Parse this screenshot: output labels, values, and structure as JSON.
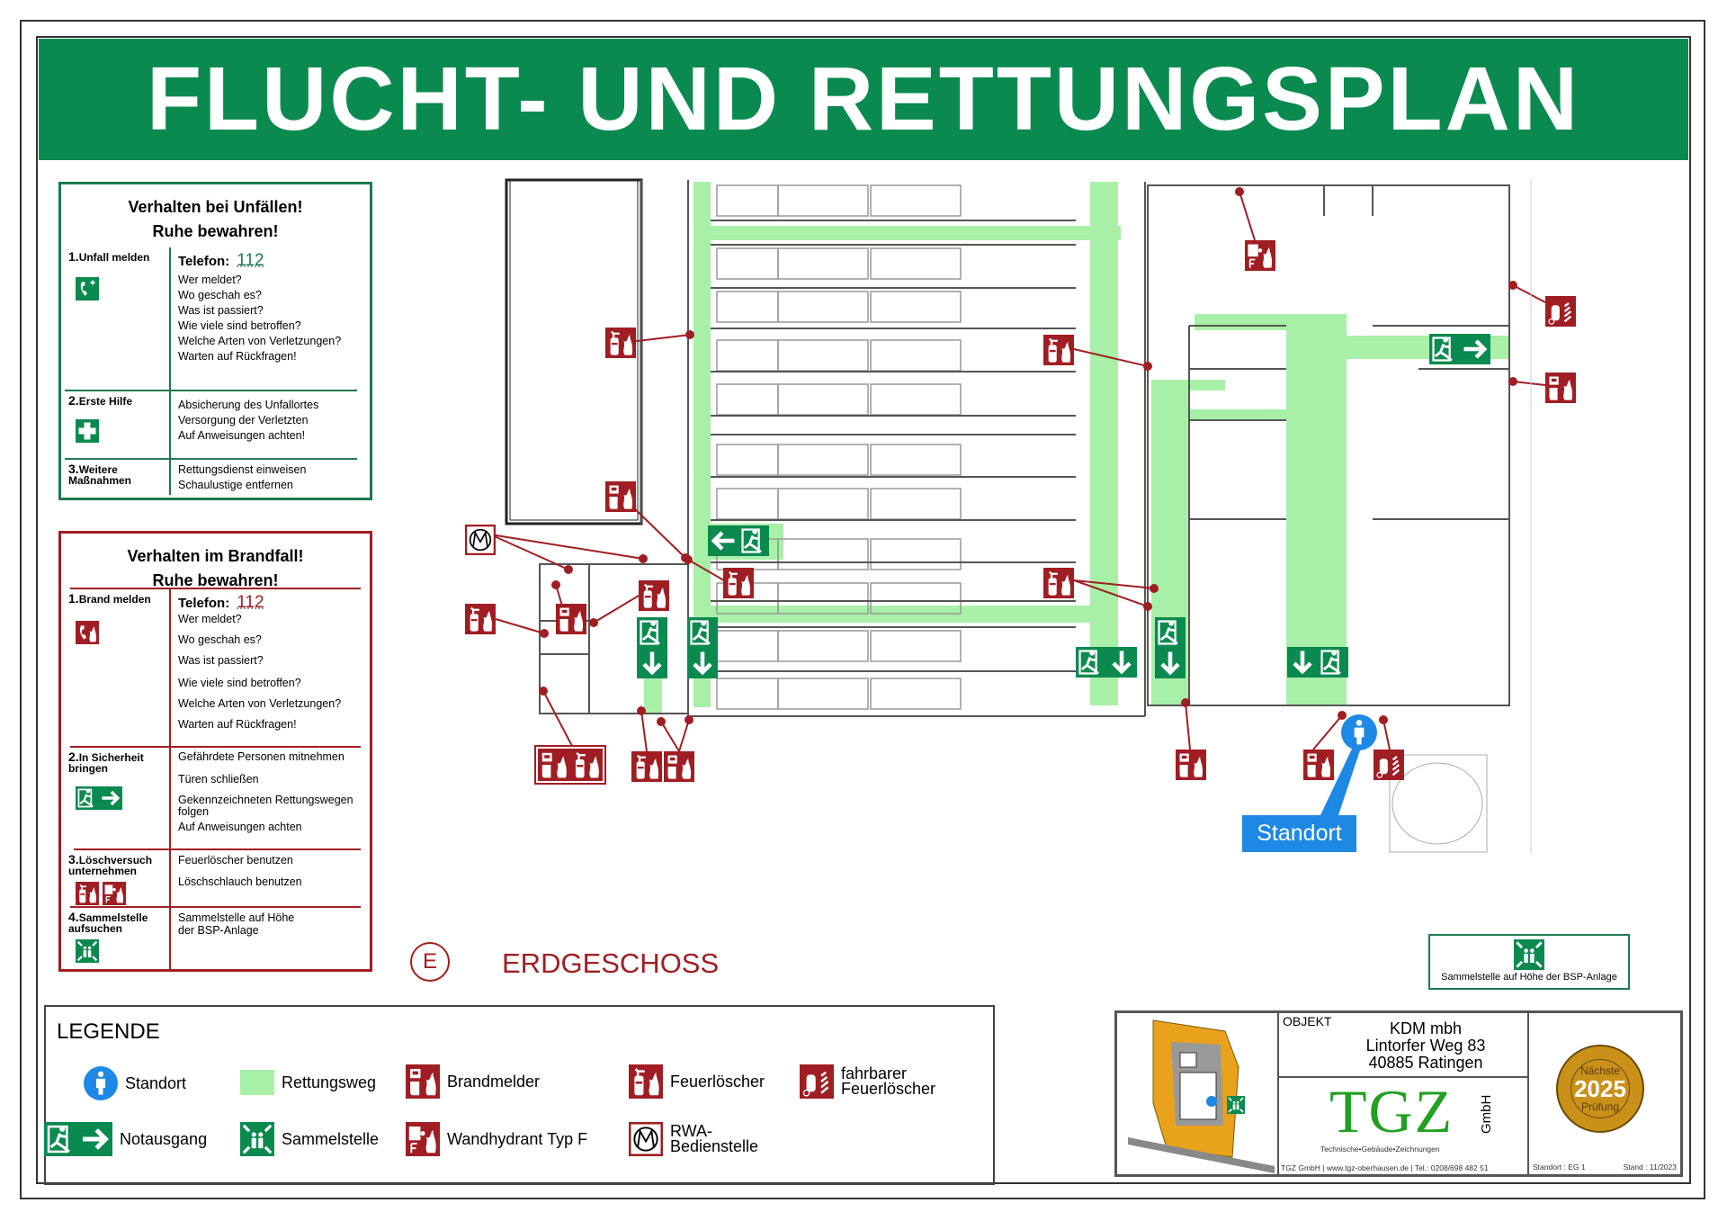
{
  "header": {
    "title": "FLUCHT- UND RETTUNGSPLAN"
  },
  "accident_box": {
    "title_line1": "Verhalten bei Unfällen!",
    "title_line2": "Ruhe bewahren!",
    "steps": [
      {
        "num": "1.",
        "label": "Unfall melden",
        "phone_label": "Telefon:",
        "phone": "112",
        "lines": [
          "Wer meldet?",
          "Wo geschah es?",
          "Was ist passiert?",
          "Wie viele sind betroffen?",
          "Welche Arten von Verletzungen?",
          "Warten auf Rückfragen!"
        ]
      },
      {
        "num": "2.",
        "label": "Erste Hilfe",
        "lines": [
          "Absicherung des Unfallortes",
          "Versorgung der Verletzten",
          "Auf Anweisungen achten!"
        ]
      },
      {
        "num": "3.",
        "label": "Weitere Maßnahmen",
        "lines": [
          "Rettungsdienst einweisen",
          "Schaulustige entfernen"
        ]
      }
    ]
  },
  "fire_box": {
    "title_line1": "Verhalten im Brandfall!",
    "title_line2": "Ruhe bewahren!",
    "steps": [
      {
        "num": "1.",
        "label": "Brand melden",
        "phone_label": "Telefon:",
        "phone": "112",
        "lines": [
          "Wer meldet?",
          "Wo geschah es?",
          "Was ist passiert?",
          "Wie viele sind betroffen?",
          "Welche Arten von Verletzungen?",
          "Warten auf Rückfragen!"
        ]
      },
      {
        "num": "2.",
        "label": "In Sicherheit bringen",
        "lines": [
          "Gefährdete Personen mitnehmen",
          "Türen schließen",
          "Gekennzeichneten Rettungswegen folgen",
          "Auf Anweisungen achten"
        ]
      },
      {
        "num": "3.",
        "label": "Löschversuch unternehmen",
        "lines": [
          "Feuerlöscher benutzen",
          "Löschschlauch benutzen"
        ]
      },
      {
        "num": "4.",
        "label": "Sammelstelle aufsuchen",
        "lines": [
          "Sammelstelle auf Höhe der BSP-Anlage"
        ]
      }
    ]
  },
  "floor": {
    "badge": "E",
    "label": "ERDGESCHOSS"
  },
  "plan": {
    "standort_label": "Standort",
    "assembly_note": "Sammelstelle auf Höhe der BSP-Anlage"
  },
  "legend": {
    "title": "LEGENDE",
    "items": [
      "Standort",
      "Rettungsweg",
      "Brandmelder",
      "Feuerlöscher",
      "fahrbarer Feuerlöscher",
      "Notausgang",
      "Sammelstelle",
      "Wandhydrant Typ F",
      "RWA-Bedienstelle"
    ]
  },
  "title_block": {
    "object_label": "OBJEKT",
    "company": "KDM mbh",
    "street": "Lintorfer Weg 83",
    "city": "40885 Ratingen",
    "logo": "TGZ",
    "logo_suffix": "GmbH",
    "logo_tagline": "Technische•Gebäude•Zeichnungen",
    "footer": "TGZ GmbH | www.tgz-oberhausen.de | Tel.: 0208/698 482 51",
    "standort": "Standort : EG 1",
    "stand": "Stand : 11/2023",
    "seal_top": "Nächste",
    "seal_year": "2025",
    "seal_bottom": "Prüfung"
  },
  "colors": {
    "green": "#0b8a50",
    "escape_route": "#a8f0a8",
    "red": "#a01e23",
    "blue": "#1e88e5",
    "seal": "#c9901a"
  }
}
